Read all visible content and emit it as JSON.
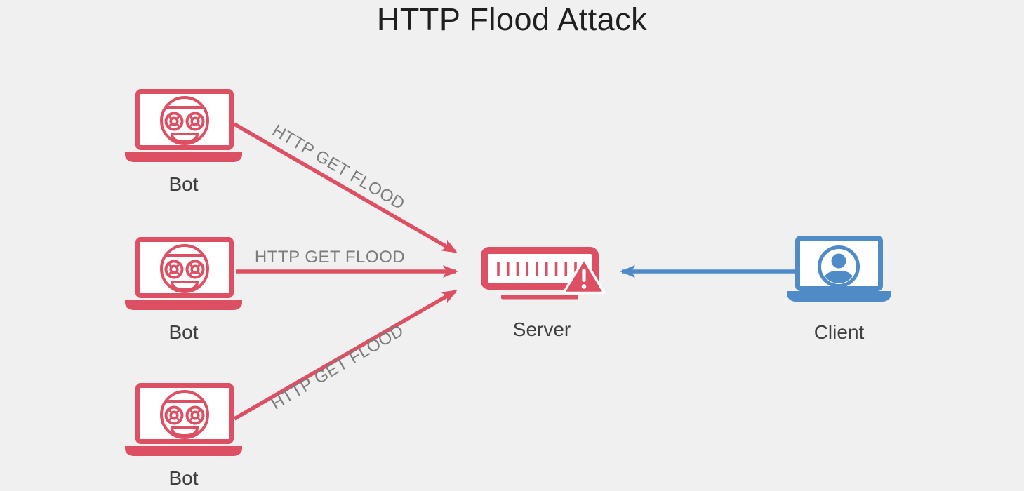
{
  "title": "HTTP Flood Attack",
  "colors": {
    "attack": "#dd4f63",
    "client": "#4e8bc7",
    "background": "#f0f0f1",
    "title_text": "#1f1f1f",
    "node_label": "#3f3f3f",
    "flow_label": "#7c7c7c"
  },
  "nodes": {
    "bot1": {
      "label": "Bot"
    },
    "bot2": {
      "label": "Bot"
    },
    "bot3": {
      "label": "Bot"
    },
    "server": {
      "label": "Server"
    },
    "client": {
      "label": "Client"
    }
  },
  "flows": {
    "bot1_to_server": {
      "label": "HTTP GET FLOOD"
    },
    "bot2_to_server": {
      "label": "HTTP GET FLOOD"
    },
    "bot3_to_server": {
      "label": "HTTP GET FLOOD"
    }
  }
}
